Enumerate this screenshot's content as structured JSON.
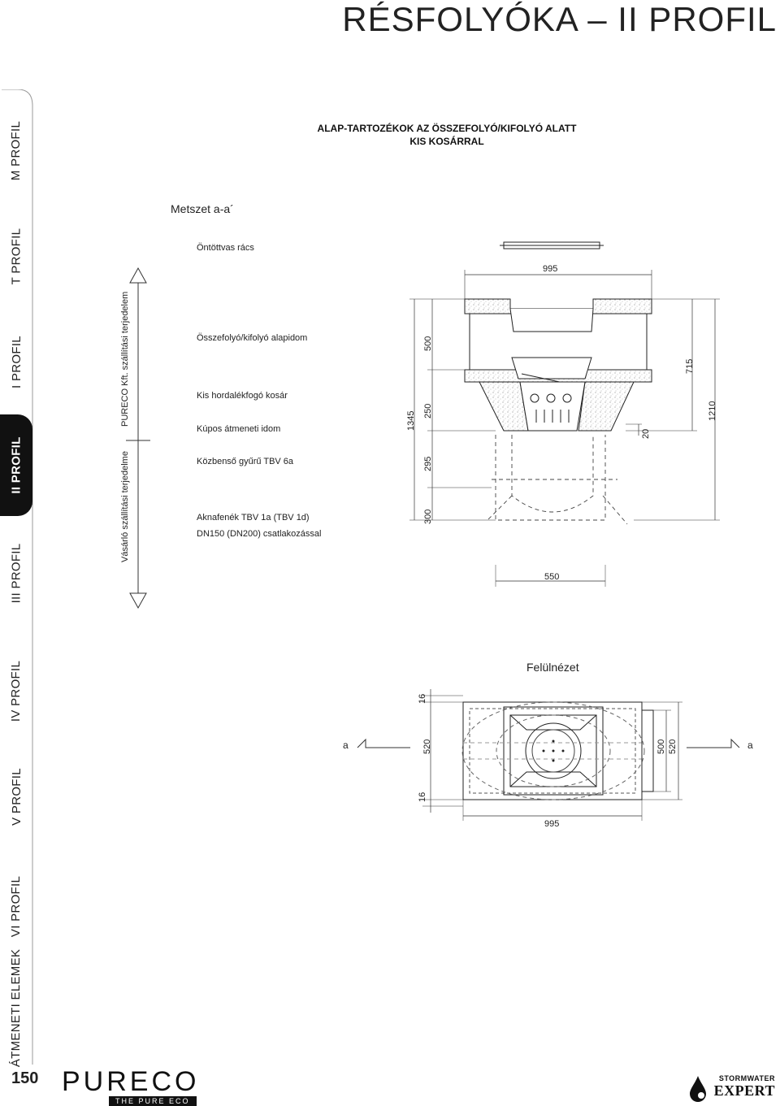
{
  "header": {
    "title": "RÉSFOLYÓKA – II PROFIL"
  },
  "subtitle": {
    "line1": "ALAP-TARTOZÉKOK AZ ÖSSZEFOLYÓ/KIFOLYÓ ALATT",
    "line2": "KIS KOSÁRRAL"
  },
  "sidebar": {
    "tabs": [
      {
        "label": "M PROFIL",
        "active": false
      },
      {
        "label": "T PROFIL",
        "active": false
      },
      {
        "label": "I PROFIL",
        "active": false
      },
      {
        "label": "II PROFIL",
        "active": true
      },
      {
        "label": "III PROFIL",
        "active": false
      },
      {
        "label": "IV PROFIL",
        "active": false
      },
      {
        "label": "V PROFIL",
        "active": false
      },
      {
        "label": "VI PROFIL",
        "active": false
      },
      {
        "label": "ÁTMENETI ELEMEK",
        "active": false
      }
    ]
  },
  "scope": {
    "upper": "PURECO Kft. szállítási terjedelem",
    "lower": "Vásárló szállítási terjedelme"
  },
  "section": {
    "title": "Metszet a-a´",
    "parts": [
      "Öntöttvas rács",
      "Összefolyó/kifolyó alapidom",
      "Kis hordalékfogó kosár",
      "Kúpos átmeneti idom",
      "Közbenső gyűrű TBV 6a",
      "Aknafenék TBV 1a (TBV 1d)",
      "DN150 (DN200) csatlakozással"
    ],
    "dims": {
      "top_width": "995",
      "total_height": "1345",
      "h_500": "500",
      "h_250": "250",
      "h_295": "295",
      "h_300": "300",
      "right_715": "715",
      "right_20": "20",
      "right_1210": "1210",
      "bottom_width": "550"
    }
  },
  "plan": {
    "title": "Felülnézet",
    "marker_left": "a",
    "marker_right": "a",
    "dims": {
      "top_16": "16",
      "mid_520": "520",
      "bottom_16": "16",
      "width_995": "995",
      "right_500": "500",
      "right_520": "520"
    }
  },
  "footer": {
    "page_number": "150",
    "logo_text": "PURECO",
    "logo_tagline": "THE PURE ECO",
    "brand_line1": "STORMWATER",
    "brand_line2": "EXPERT"
  }
}
